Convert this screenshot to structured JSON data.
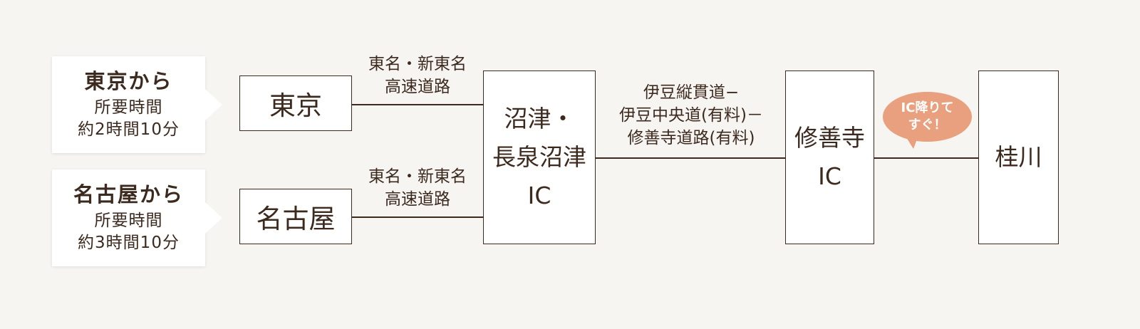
{
  "callouts": [
    {
      "title": "東京から",
      "line1": "所要時間",
      "line2": "約2時間10分"
    },
    {
      "title": "名古屋から",
      "line1": "所要時間",
      "line2": "約3時間10分"
    }
  ],
  "nodes": {
    "tokyo": "東京",
    "nagoya": "名古屋",
    "numazu": [
      "沼津・",
      "長泉沼津",
      "IC"
    ],
    "shuzenji": [
      "修善寺",
      "IC"
    ],
    "katsuragawa": "桂川"
  },
  "routes": {
    "tomei_top": [
      "東名・新東名",
      "高速道路"
    ],
    "tomei_bottom": [
      "東名・新東名",
      "高速道路"
    ],
    "izu": [
      "伊豆縦貫道−",
      "伊豆中央道(有料)－",
      "修善寺道路(有料)"
    ]
  },
  "bubble": [
    "IC降りて",
    "すぐ！"
  ],
  "colors": {
    "background": "#f7f5f2",
    "text": "#3d2a1f",
    "bubble": "#e8a07e"
  }
}
